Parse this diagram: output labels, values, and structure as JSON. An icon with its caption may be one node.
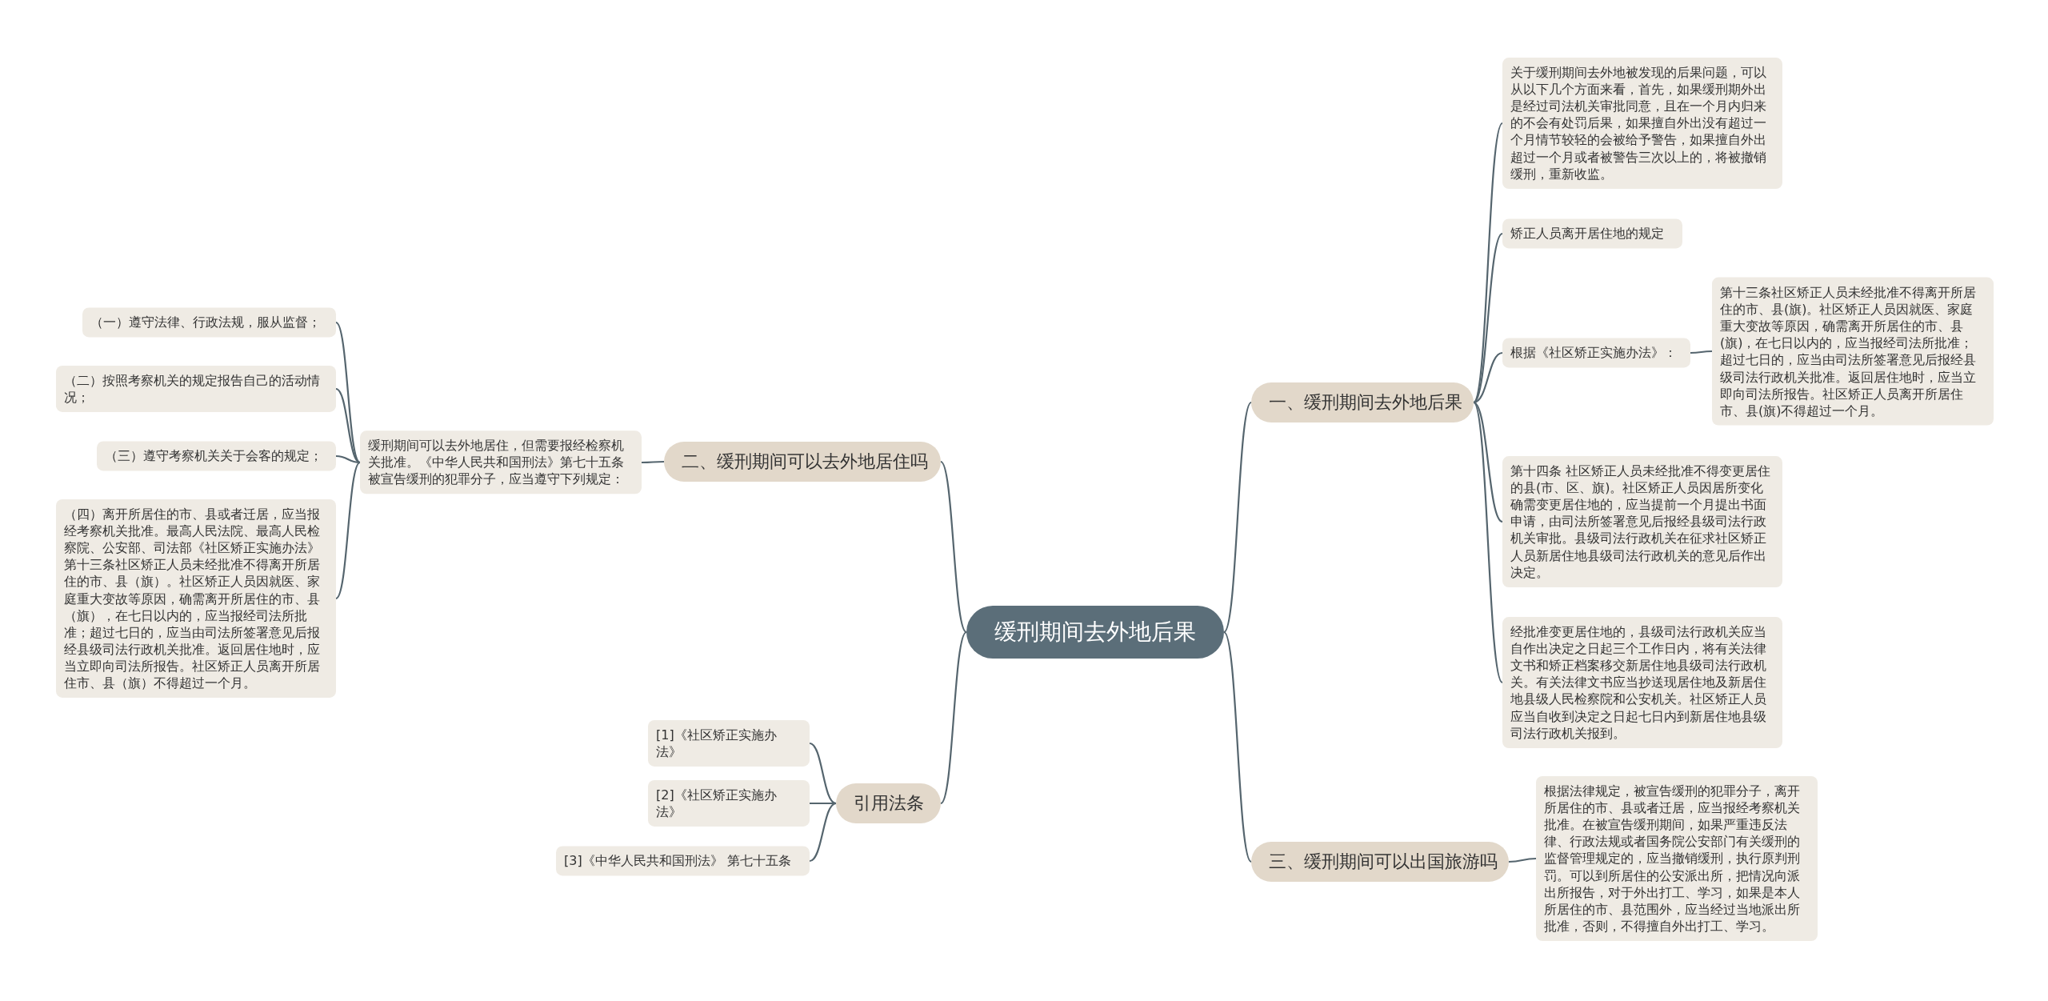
{
  "diagram": {
    "nodes": [
      {
        "text": [
          "缓刑期间去外地后果"
        ]
      },
      {
        "text": [
          "一、缓刑期间去外地后果"
        ]
      },
      {
        "text": [
          "关于缓刑期间去外地被发现的后果问题，可以从以下几个方面来看，首先，如果缓刑期外出是经过司法机关审批同意，且在一个月内归来的不会有处罚后果，如果擅自外出没有超过一个月情节较轻的会被给予警告，如果擅自外出超过一个月或者被警告三次以上的，将被撤销缓刑，重新收监。"
        ]
      },
      {
        "text": [
          "矫正人员离开居住地的规定"
        ]
      },
      {
        "text": [
          "根据《社区矫正实施办法》："
        ]
      },
      {
        "text": [
          "第十三条社区矫正人员未经批准不得离开所居住的市、县(旗)。社区矫正人员因就医、家庭重大变故等原因，确需离开所居住的市、县(旗)，在七日以内的，应当报经司法所批准；超过七日的，应当由司法所签署意见后报经县级司法行政机关批准。返回居住地时，应当立即向司法所报告。社区矫正人员离开所居住市、县(旗)不得超过一个月。"
        ]
      },
      {
        "text": [
          "第十四条 社区矫正人员未经批准不得变更居住的县(市、区、旗)。社区矫正人员因居所变化确需变更居住地的，应当提前一个月提出书面申请，由司法所签署意见后报经县级司法行政机关审批。县级司法行政机关在征求社区矫正人员新居住地县级司法行政机关的意见后作出决定。"
        ]
      },
      {
        "text": [
          "经批准变更居住地的，县级司法行政机关应当自作出决定之日起三个工作日内，将有关法律文书和矫正档案移交新居住地县级司法行政机关。有关法律文书应当抄送现居住地及新居住地县级人民检察院和公安机关。社区矫正人员应当自收到决定之日起七日内到新居住地县级司法行政机关报到。"
        ]
      },
      {
        "text": [
          "三、缓刑期间可以出国旅游吗"
        ]
      },
      {
        "text": [
          "根据法律规定，被宣告缓刑的犯罪分子，离开所居住的市、县或者迁居，应当报经考察机关批准。在被宣告缓刑期间，如果严重违反法律、行政法规或者国务院公安部门有关缓刑的监督管理规定的，应当撤销缓刑，执行原判刑罚。可以到所居住的公安派出所，把情况向派出所报告，对于外出打工、学习，如果是本人所居住的市、县范围外，应当经过当地派出所批准，否则，不得擅自外出打工、学习。"
        ]
      },
      {
        "text": [
          "二、缓刑期间可以去外地居住吗"
        ]
      },
      {
        "text": [
          "缓刑期间可以去外地居住，但需要报经检察机关批准。《中华人民共和国刑法》第七十五条被宣告缓刑的犯罪分子，应当遵守下列规定："
        ]
      },
      {
        "text": [
          "（一）遵守法律、行政法规，服从监督；"
        ]
      },
      {
        "text": [
          "（二）按照考察机关的规定报告自己的活动情况；"
        ]
      },
      {
        "text": [
          "（三）遵守考察机关关于会客的规定；"
        ]
      },
      {
        "text": [
          "（四）离开所居住的市、县或者迁居，应当报经考察机关批准。最高人民法院、最高人民检察院、公安部、司法部《社区矫正实施办法》第十三条社区矫正人员未经批准不得离开所居住的市、县（旗）。社区矫正人员因就医、家庭重大变故等原因，确需离开所居住的市、县（旗），在七日以内的，应当报经司法所批准；超过七日的，应当由司法所签署意见后报经县级司法行政机关批准。返回居住地时，应当立即向司法所报告。社区矫正人员离开所居住市、县（旗）不得超过一个月。"
        ]
      },
      {
        "text": [
          "引用法条"
        ]
      },
      {
        "text": [
          "[1]《社区矫正实施办法》"
        ]
      },
      {
        "text": [
          "[2]《社区矫正实施办法》"
        ]
      },
      {
        "text": [
          "[3]《中华人民共和国刑法》 第七十五条"
        ]
      }
    ],
    "edges": [
      {
        "from": 0,
        "to": 1,
        "arrow": "none"
      },
      {
        "from": 0,
        "to": 10,
        "arrow": "none"
      },
      {
        "from": 0,
        "to": 8,
        "arrow": "none"
      },
      {
        "from": 0,
        "to": 16,
        "arrow": "none"
      },
      {
        "from": 1,
        "to": 2,
        "arrow": "none"
      },
      {
        "from": 1,
        "to": 3,
        "arrow": "none"
      },
      {
        "from": 1,
        "to": 4,
        "arrow": "none"
      },
      {
        "from": 1,
        "to": 6,
        "arrow": "none"
      },
      {
        "from": 1,
        "to": 7,
        "arrow": "none"
      },
      {
        "from": 4,
        "to": 5,
        "arrow": "none"
      },
      {
        "from": 8,
        "to": 9,
        "arrow": "none"
      },
      {
        "from": 10,
        "to": 11,
        "arrow": "none"
      },
      {
        "from": 11,
        "to": 12,
        "arrow": "none"
      },
      {
        "from": 11,
        "to": 13,
        "arrow": "none"
      },
      {
        "from": 11,
        "to": 14,
        "arrow": "none"
      },
      {
        "from": 11,
        "to": 15,
        "arrow": "none"
      },
      {
        "from": 16,
        "to": 17,
        "arrow": "none"
      },
      {
        "from": 16,
        "to": 18,
        "arrow": "none"
      },
      {
        "from": 16,
        "to": 19,
        "arrow": "none"
      }
    ]
  }
}
